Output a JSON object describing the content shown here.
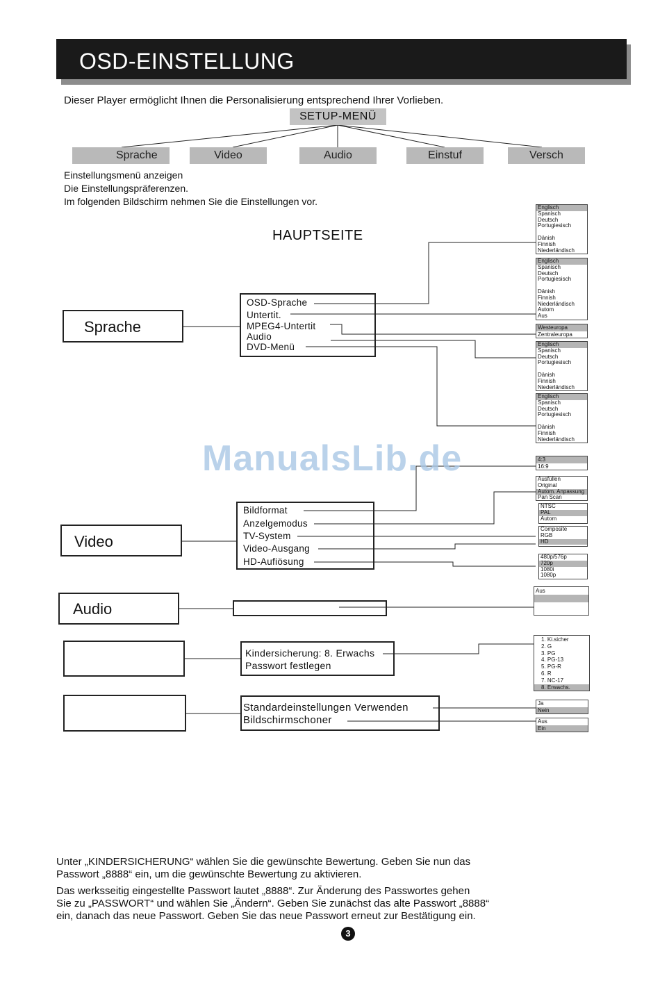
{
  "header": {
    "title": "OSD-EINSTELLUNG"
  },
  "intro": "Dieser Player ermöglicht Ihnen die Personalisierung entsprechend Ihrer Vorlieben.",
  "setup_menu": "SETUP-MENÜ",
  "tabs": [
    "Sprache",
    "Video",
    "Audio",
    "Einstuf",
    "Versch"
  ],
  "instructions": [
    "Einstellungsmenü anzeigen",
    "Die Einstellungspräferenzen.",
    "Im folgenden Bildschirm nehmen Sie die Einstellungen vor."
  ],
  "main_title": "HAUPTSEITE",
  "watermark": "ManualsLib.de",
  "categories": {
    "sprache": "Sprache",
    "video": "Video",
    "audio": "Audio"
  },
  "sprache_menu": [
    "OSD-Sprache",
    "Untertit.",
    "MPEG4-Untertit",
    "Audio",
    "DVD-Menü"
  ],
  "video_menu": [
    "Bildformat",
    "Anzelgemodus",
    "TV-System",
    "Video-Ausgang",
    "HD-Aufiösung"
  ],
  "einstuf_menu": [
    "Kindersicherung: 8. Erwachs",
    "Passwort festlegen"
  ],
  "versch_menu": [
    "Standardeinstellungen Verwenden",
    "Bildschirmschoner"
  ],
  "options": {
    "osd_lang": [
      "Englisch",
      "Spanisch",
      "Deutsch",
      "Portugiesisch",
      "",
      "Dänish",
      "Finnish",
      "Niederländisch"
    ],
    "subtitle": [
      "Englisch",
      "Spanisch",
      "Deutsch",
      "Portugiesisch",
      "",
      "Dänish",
      "Finnish",
      "Niederländisch",
      "Autom",
      "Aus"
    ],
    "mpeg4": [
      "Westeuropa",
      "Zentraleuropa"
    ],
    "audio_lang": [
      "Englisch",
      "Spanisch",
      "Deutsch",
      "Portugiesisch",
      "",
      "Dänish",
      "Finnish",
      "Niederländisch"
    ],
    "dvd_menu": [
      "Englisch",
      "Spanisch",
      "Deutsch",
      "Portugiesisch",
      "",
      "Dänish",
      "Finnish",
      "Niederländisch"
    ],
    "bildformat": [
      "4:3",
      "16:9"
    ],
    "anzeigemodus": [
      "Ausfüllen",
      "Original",
      "Autom. Anpassung",
      "Pan Scan"
    ],
    "tvsystem": [
      "NTSC",
      "PAL",
      "Autom"
    ],
    "videoausgang": [
      "Composite",
      "RGB",
      "HD"
    ],
    "hdres": [
      "480p/576p",
      "720p",
      "1080i",
      "1080p"
    ],
    "audio": [
      "Aus",
      "",
      ""
    ],
    "rating": [
      "1. Ki.sicher",
      "2. G",
      "3. PG",
      "4. PG-13",
      "5. PG-R",
      "6. R",
      "7. NC-17",
      "8. Erwachs."
    ],
    "default": [
      "Ja",
      "Nein"
    ],
    "screensaver": [
      "Aus",
      "Ein"
    ]
  },
  "footer": {
    "p1": [
      "Unter „KINDERSICHERUNG“ wählen Sie die gewünschte Bewertung. Geben Sie nun das",
      "Passwort „8888“ ein, um die gewünschte Bewertung zu aktivieren."
    ],
    "p2": [
      "Das werksseitig eingestellte Passwort lautet „8888“. Zur Änderung des Passwortes gehen",
      "Sie zu „PASSWORT“ und wählen Sie „Ändern“. Geben Sie zunächst das alte Passwort „8888“",
      "ein, danach das neue Passwort. Geben Sie das neue Passwort erneut zur Bestätigung ein."
    ]
  },
  "page_number": "3"
}
